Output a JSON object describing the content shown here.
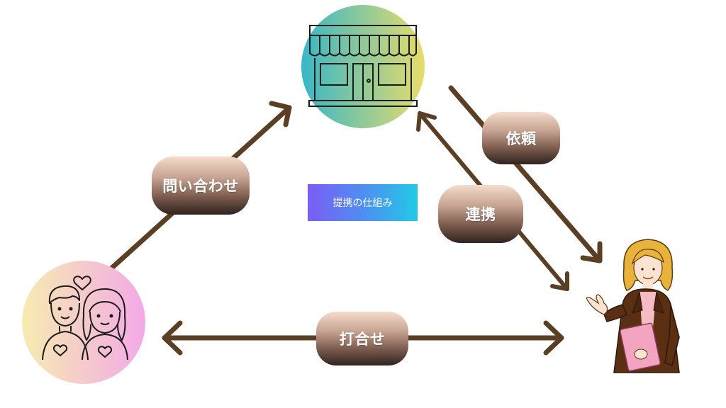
{
  "diagram": {
    "center_label": "提携の仕組み",
    "edges": {
      "inquiry": "問い合わせ",
      "request": "依頼",
      "collaboration": "連携",
      "meeting": "打合せ"
    },
    "nodes": {
      "shop": {
        "icon": "storefront-icon"
      },
      "couple": {
        "icon": "couple-icon"
      },
      "planner": {
        "icon": "businesswoman-icon"
      }
    }
  },
  "colors": {
    "arrow": "#5b3f24",
    "shop_gradient": [
      "#37b7c8",
      "#e8dc6a"
    ],
    "couple_gradient": [
      "#f7ecb0",
      "#f3a9e8"
    ],
    "pill_top": "#f4dccb",
    "pill_bottom": "#2f2320",
    "label_gradient": [
      "#7b5cf5",
      "#22c9e6"
    ]
  }
}
